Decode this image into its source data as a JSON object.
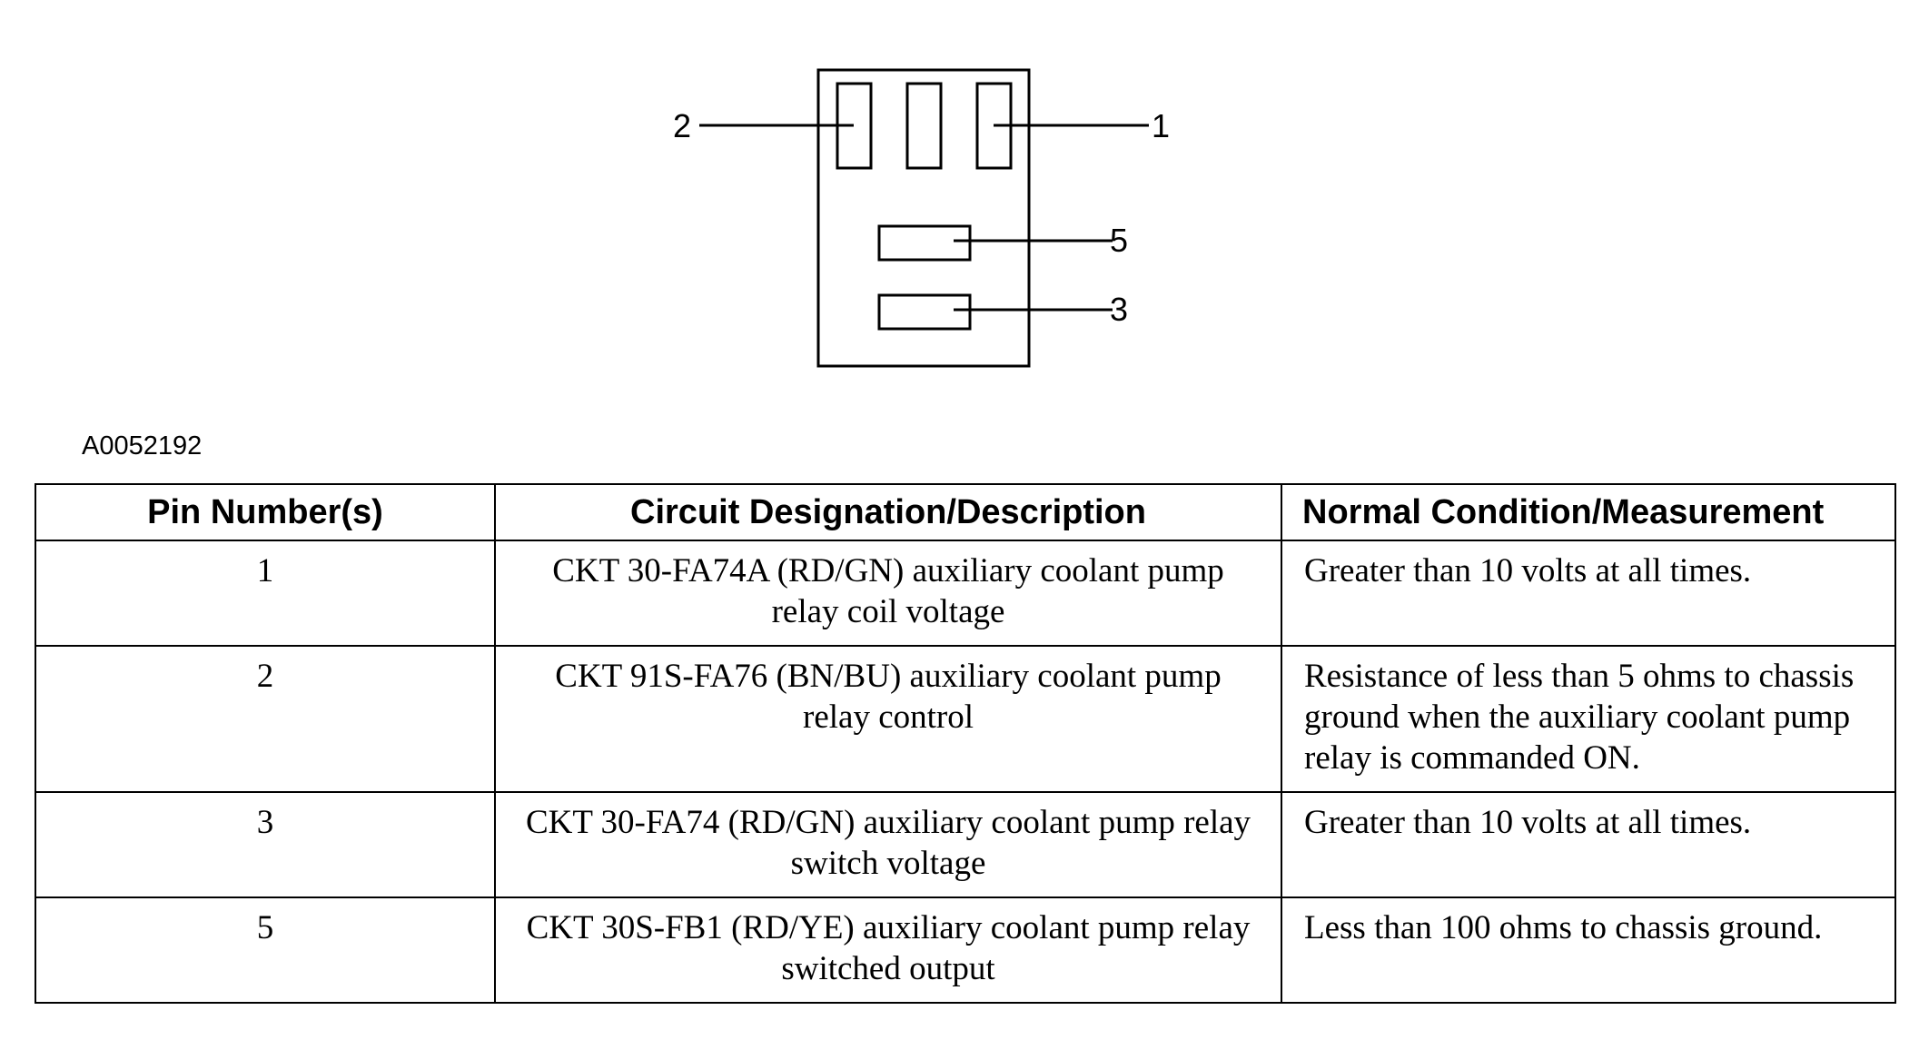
{
  "figure": {
    "id": "A0052192",
    "pin_labels": [
      "2",
      "1",
      "5",
      "3"
    ]
  },
  "table": {
    "headers": [
      "Pin Number(s)",
      "Circuit Designation/Description",
      "Normal Condition/Measurement"
    ],
    "rows": [
      {
        "pin": "1",
        "description": "CKT 30-FA74A (RD/GN) auxiliary coolant pump relay coil voltage",
        "condition": "Greater than 10 volts at all times."
      },
      {
        "pin": "2",
        "description": "CKT 91S-FA76 (BN/BU) auxiliary coolant pump relay control",
        "condition": "Resistance of less than 5 ohms to chassis ground when the auxiliary coolant pump relay is commanded ON."
      },
      {
        "pin": "3",
        "description": "CKT 30-FA74 (RD/GN) auxiliary coolant pump relay switch voltage",
        "condition": "Greater than 10 volts at all times."
      },
      {
        "pin": "5",
        "description": "CKT 30S-FB1 (RD/YE) auxiliary coolant pump relay switched output",
        "condition": "Less than 100 ohms to chassis ground."
      }
    ]
  }
}
